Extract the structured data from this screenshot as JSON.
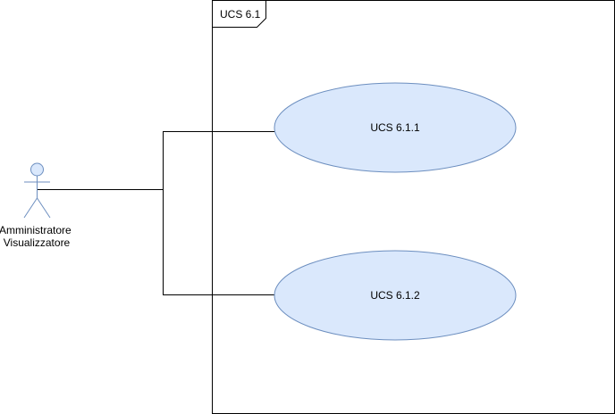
{
  "system": {
    "label": "UCS 6.1"
  },
  "actor": {
    "line1": "Amministratore",
    "line2": "Visualizzatore"
  },
  "use_cases": [
    {
      "label": "UCS 6.1.1"
    },
    {
      "label": "UCS 6.1.2"
    }
  ],
  "colors": {
    "use_case_fill": "#dae8fc",
    "use_case_stroke": "#6c8ebf",
    "line": "#000000",
    "background": "#ffffff"
  }
}
